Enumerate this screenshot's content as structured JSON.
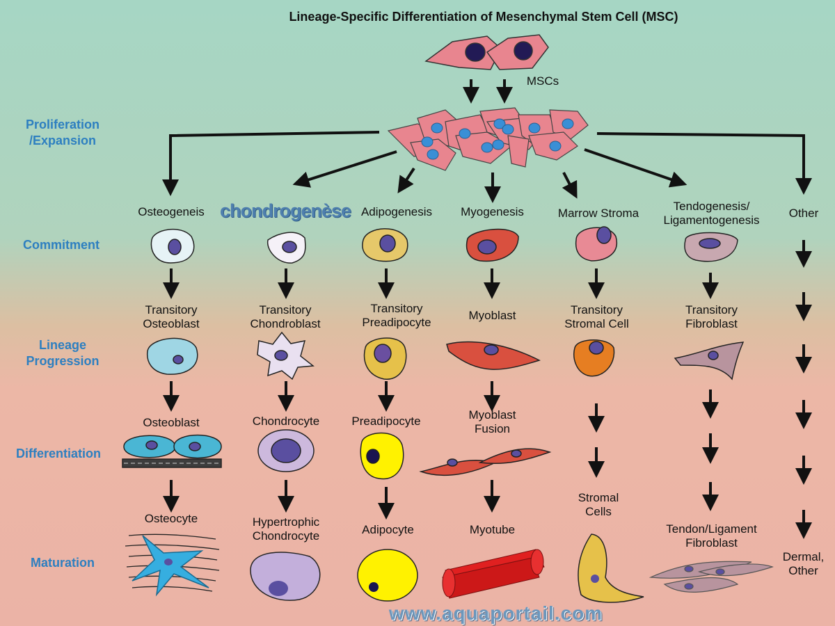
{
  "title": "Lineage-Specific Differentiation of Mesenchymal Stem Cell (MSC)",
  "msc_label": "MSCs",
  "watermark": "www.aquaportail.com",
  "stages": {
    "proliferation": "Proliferation\n/Expansion",
    "commitment": "Commitment",
    "lineage_progression": "Lineage\nProgression",
    "differentiation": "Differentiation",
    "maturation": "Maturation"
  },
  "lineages": [
    {
      "name": "Osteogeneis",
      "transitory": "Transitory\nOsteoblast",
      "differentiated": "Osteoblast",
      "mature": "Osteocyte"
    },
    {
      "name": "chondrogenèse",
      "transitory": "Transitory\nChondroblast",
      "differentiated": "Chondrocyte",
      "mature": "Hypertrophic\nChondrocyte"
    },
    {
      "name": "Adipogenesis",
      "transitory": "Transitory\nPreadipocyte",
      "differentiated": "Preadipocyte",
      "mature": "Adipocyte"
    },
    {
      "name": "Myogenesis",
      "transitory": "Myoblast",
      "differentiated": "Myoblast\nFusion",
      "mature": "Myotube"
    },
    {
      "name": "Marrow Stroma",
      "transitory": "Transitory\nStromal Cell",
      "differentiated": "",
      "mature": "Stromal\nCells"
    },
    {
      "name": "Tendogenesis/\nLigamentogenesis",
      "transitory": "Transitory\nFibroblast",
      "differentiated": "",
      "mature": "Tendon/Ligament\nFibroblast"
    },
    {
      "name": "Other",
      "transitory": "",
      "differentiated": "",
      "mature": "Dermal,\nOther"
    }
  ],
  "colors": {
    "arrow": "#111111",
    "msc_cell": "#e8858f",
    "osteo": "#9fd6e4",
    "chondro": "#cdb9dd",
    "adipo": "#e6c14a",
    "myo": "#d9503f",
    "stroma": "#e67e22",
    "fibro": "#b8949e",
    "yellow": "#fff200",
    "nucleus": "#5a4fa0",
    "stage_text": "#2d7fc0"
  }
}
